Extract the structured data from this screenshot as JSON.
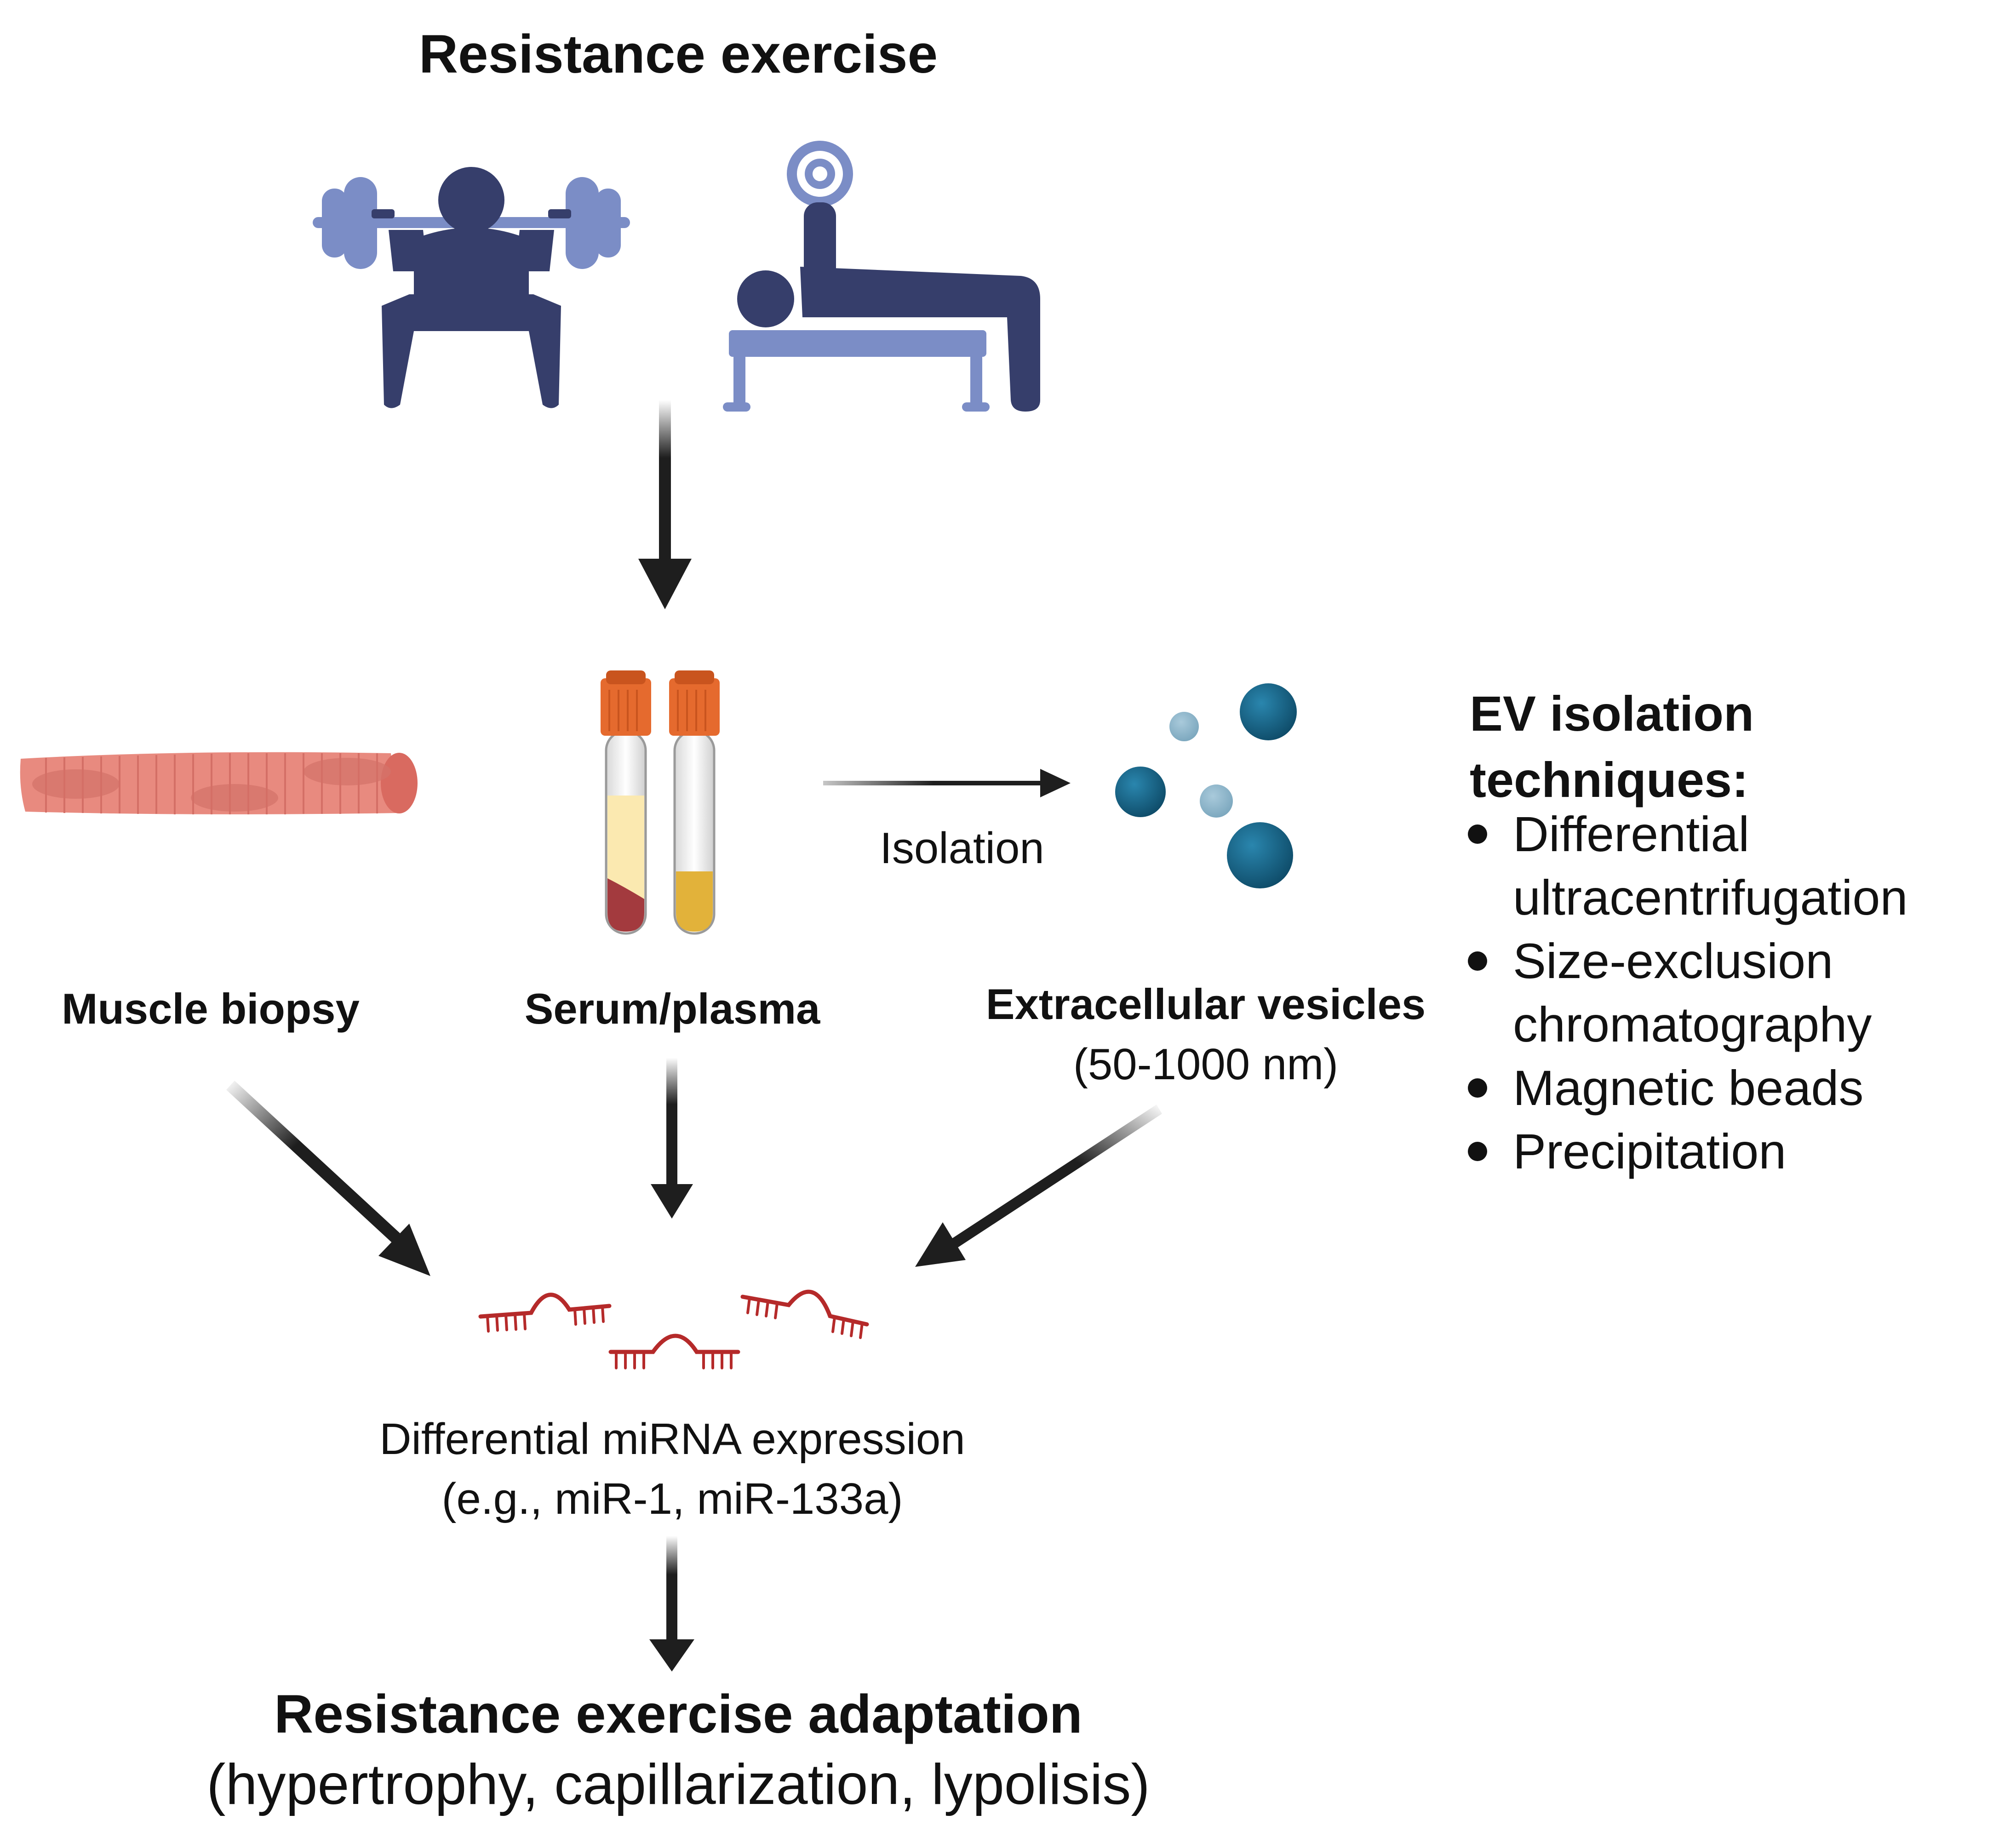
{
  "title": "Resistance exercise",
  "sources": {
    "muscle": "Muscle biopsy",
    "serum": "Serum/plasma",
    "ev": "Extracellular vesicles",
    "ev_size": "(50-1000 nm)"
  },
  "isolation_label": "Isolation",
  "ev_techniques": {
    "heading_line1": "EV isolation",
    "heading_line2": "techniques:",
    "items": [
      "Differential\nultracentrifugation",
      "Size-exclusion\nchromatography",
      "Magnetic beads",
      "Precipitation"
    ]
  },
  "mirna": {
    "label": "Differential miRNA expression",
    "examples": "(e.g., miR-1, miR-133a)"
  },
  "outcome": {
    "title": "Resistance exercise adaptation",
    "subtitle": "(hypertrophy, capillarization, lypolisis)"
  },
  "colors": {
    "figure_dark": "#363E6B",
    "equipment": "#7B8DC6",
    "muscle": "#E88A7F",
    "tube_cap": "#E56A2E",
    "blood": "#A33A3E",
    "plasma_light": "#FBE9B0",
    "serum_yellow": "#E2B23A",
    "ev_dark": "#125A7C",
    "ev_light": "#8BB3C8",
    "mirna": "#B52A2A",
    "arrow": "#1E1E1E"
  }
}
